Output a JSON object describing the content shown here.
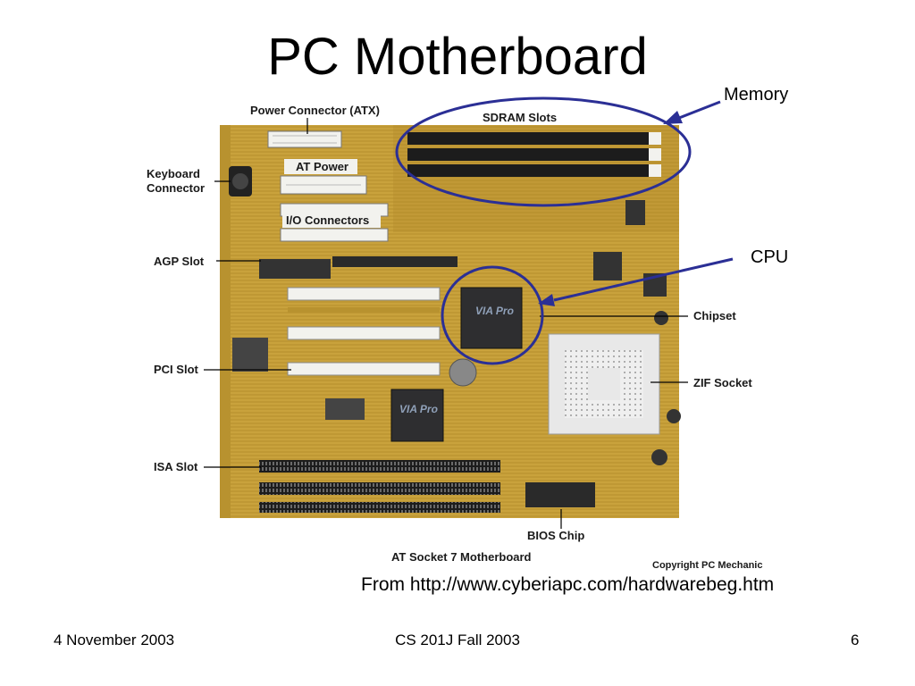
{
  "slide": {
    "title": "PC Motherboard",
    "source": "From http://www.cyberiapc.com/hardwarebeg.htm"
  },
  "footer": {
    "date": "4 November 2003",
    "course": "CS 201J Fall 2003",
    "page": "6"
  },
  "callouts": {
    "memory": "Memory",
    "cpu": "CPU"
  },
  "board_labels": {
    "power_connector": "Power Connector (ATX)",
    "sdram_slots": "SDRAM Slots",
    "keyboard_line1": "Keyboard",
    "keyboard_line2": "Connector",
    "at_power": "AT Power",
    "io_connectors": "I/O Connectors",
    "agp_slot": "AGP Slot",
    "chipset": "Chipset",
    "pci_slot": "PCI Slot",
    "zif_socket": "ZIF Socket",
    "isa_slot": "ISA Slot",
    "bios_chip": "BIOS Chip",
    "board_name": "AT Socket 7 Motherboard",
    "copyright": "Copyright PC Mechanic"
  },
  "chip_marks": {
    "cpu_logo": "VIA Pro",
    "chip2_logo": "VIA Pro"
  },
  "colors": {
    "board": "#c9a23c",
    "highlight_circle": "#2b2f95",
    "callout_arrow": "#2b2f95",
    "slot_white": "#f2f2ee",
    "slot_black": "#1c1c1c"
  }
}
